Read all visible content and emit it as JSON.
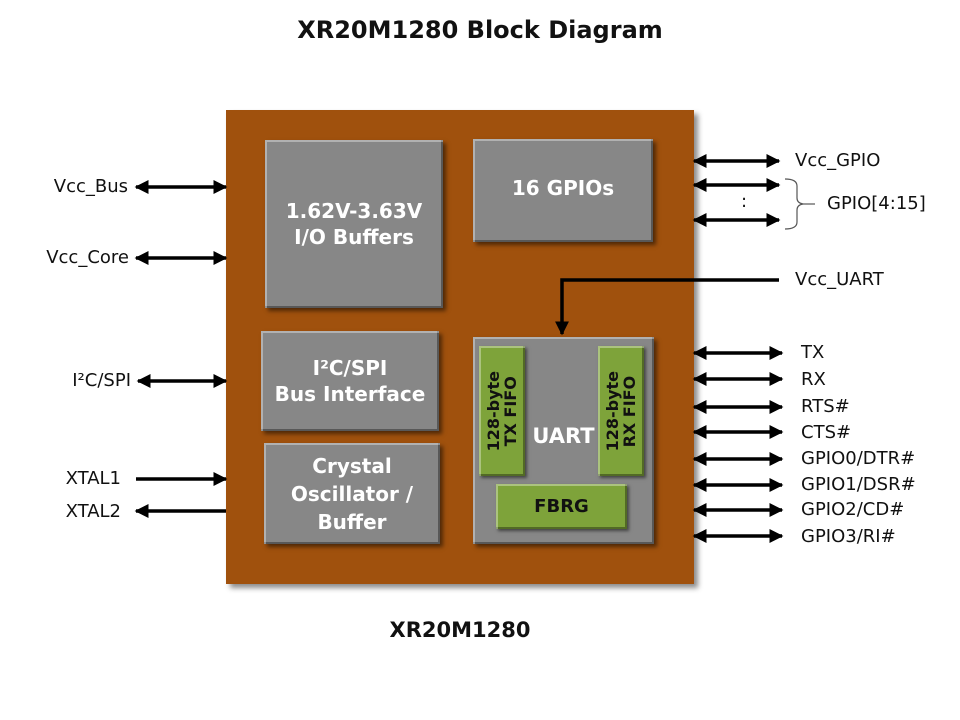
{
  "title": "XR20M1280 Block Diagram",
  "chip_label": "XR20M1280",
  "colors": {
    "chip": "#a0510d",
    "block": "#878787",
    "fifo": "#7ea33a"
  },
  "blocks": {
    "io_buffers": [
      "1.62V-3.63V",
      "I/O Buffers"
    ],
    "gpios": "16 GPIOs",
    "bus_interface": [
      "I²C/SPI",
      "Bus Interface"
    ],
    "crystal": [
      "Crystal",
      "Oscillator /",
      "Buffer"
    ],
    "uart": "UART",
    "tx_fifo": [
      "128-byte",
      "TX FIFO"
    ],
    "rx_fifo": [
      "128-byte",
      "RX FIFO"
    ],
    "fbrg": "FBRG"
  },
  "left_signals": [
    {
      "label": "Vcc_Bus",
      "direction": "bidirectional"
    },
    {
      "label": "Vcc_Core",
      "direction": "bidirectional"
    },
    {
      "label": "I²C/SPI",
      "direction": "bidirectional"
    },
    {
      "label": "XTAL1",
      "direction": "input"
    },
    {
      "label": "XTAL2",
      "direction": "output"
    }
  ],
  "right_signals_top": [
    {
      "label": "Vcc_GPIO",
      "direction": "bidirectional"
    },
    {
      "label": "GPIO[4:15]",
      "direction": "bidirectional",
      "ellipsis": ":"
    },
    {
      "label": "Vcc_UART",
      "direction": "input"
    }
  ],
  "right_signals_uart": [
    {
      "label": "TX",
      "direction": "bidirectional"
    },
    {
      "label": "RX",
      "direction": "bidirectional"
    },
    {
      "label": "RTS#",
      "direction": "bidirectional"
    },
    {
      "label": "CTS#",
      "direction": "bidirectional"
    },
    {
      "label": "GPIO0/DTR#",
      "direction": "bidirectional"
    },
    {
      "label": "GPIO1/DSR#",
      "direction": "bidirectional"
    },
    {
      "label": "GPIO2/CD#",
      "direction": "bidirectional"
    },
    {
      "label": "GPIO3/RI#",
      "direction": "bidirectional"
    }
  ]
}
